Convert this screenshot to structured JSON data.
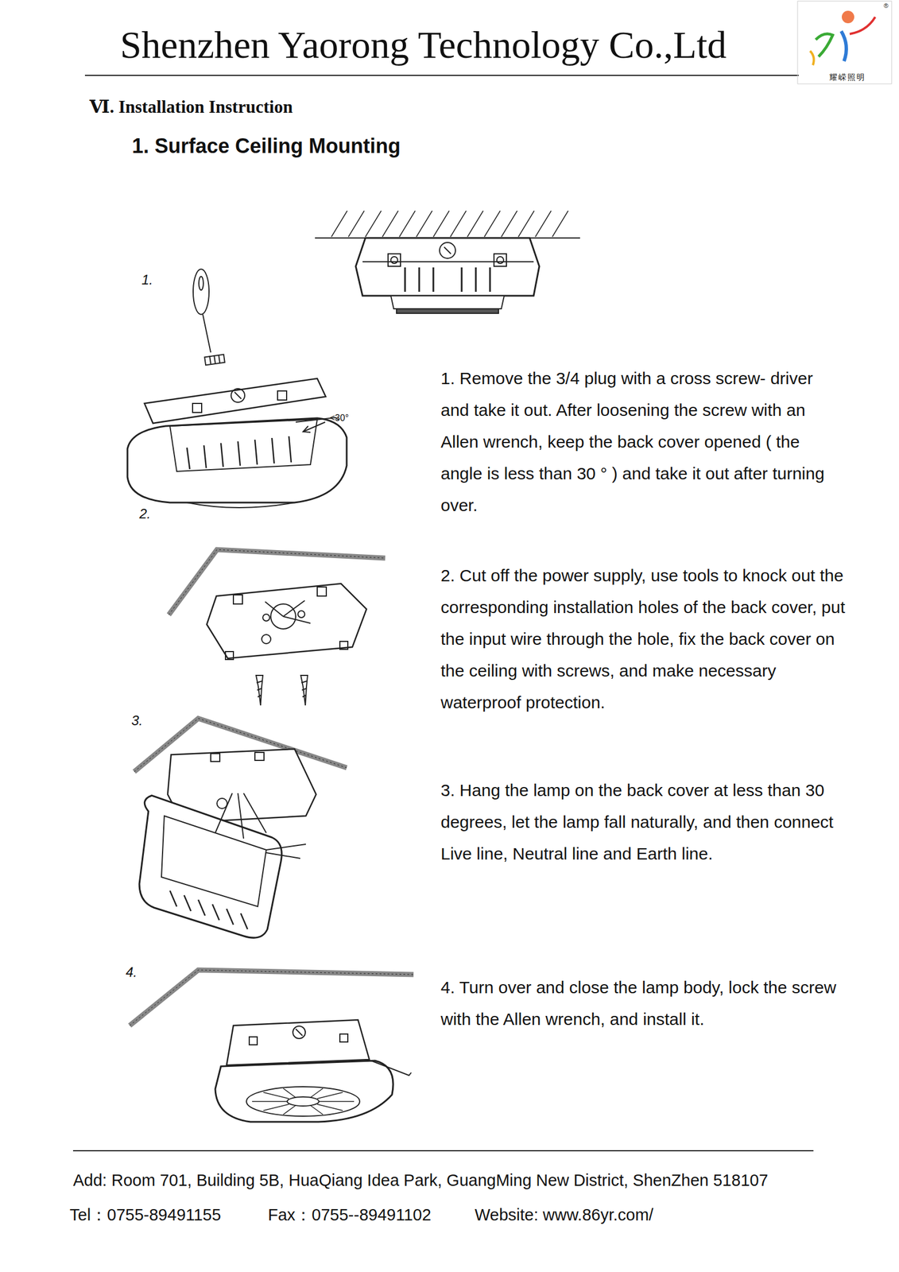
{
  "diagram": {
    "title": "Shenzhen Yaorong Technology Co.,Ltd",
    "labels": [
      "®",
      "耀嵘照明",
      "Ⅵ. Installation Instruction",
      "1. Surface Ceiling Mounting",
      "1.",
      "<30°",
      "1. Remove the 3/4 plug with a cross screw- driver and take it out. After loosening the screw with an Allen wrench, keep the back cover opened ( the angle is less than 30 ° ) and take it out after turning over.",
      "2.",
      "2. Cut off the power supply, use tools to knock out the corresponding installation holes of the back cover, put the input wire through the hole, fix the back cover on the ceiling with screws, and make necessary waterproof protection.",
      "3.",
      "3. Hang the lamp on the back cover at less than 30 degrees, let the lamp fall naturally, and then connect Live line, Neutral line and Earth line.",
      "4.",
      "4. Turn over and close the lamp body, lock the screw with the Allen wrench, and install it.",
      "Add: Room 701, Building 5B, HuaQiang Idea Park, GuangMing New District, ShenZhen 518107",
      "Tel：0755-89491155",
      "Fax：0755--89491102",
      "Website: www.86yr.com/"
    ]
  }
}
